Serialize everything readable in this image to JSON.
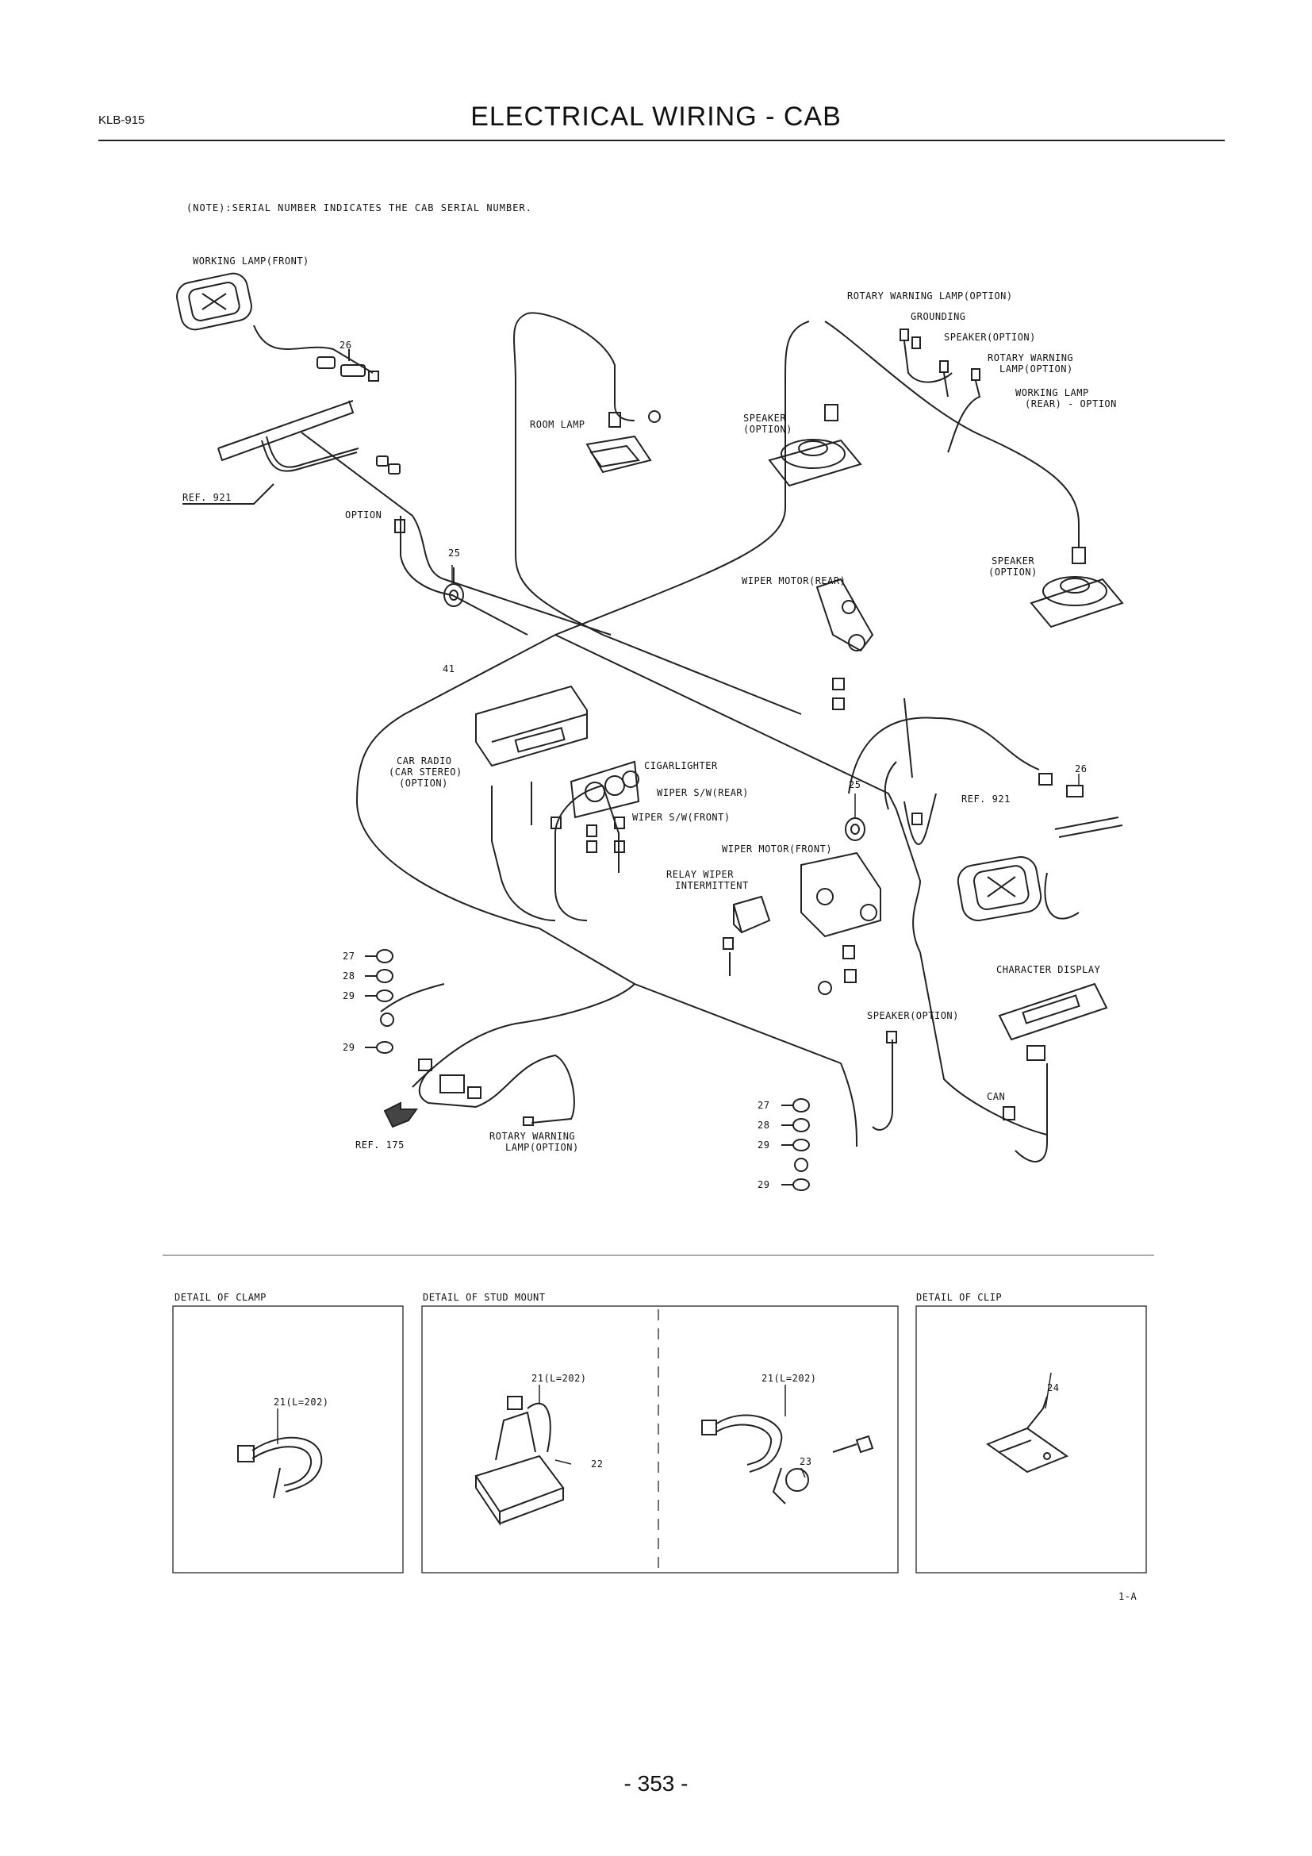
{
  "header": {
    "model_code": "KLB-915",
    "title": "ELECTRICAL WIRING - CAB"
  },
  "note": "(NOTE):SERIAL NUMBER INDICATES THE CAB SERIAL NUMBER.",
  "diagram": {
    "labels": {
      "working_lamp_front": "WORKING LAMP(FRONT)",
      "rotary_warning_lamp_option_top": "ROTARY WARNING LAMP(OPTION)",
      "grounding": "GROUNDING",
      "speaker_option_top": "SPEAKER(OPTION)",
      "rotary_warning_lamp_option_line1": "ROTARY WARNING",
      "rotary_warning_lamp_option_line2": "LAMP(OPTION)",
      "working_lamp_rear_line1": "WORKING LAMP",
      "working_lamp_rear_line2": "(REAR) - OPTION",
      "room_lamp": "ROOM LAMP",
      "speaker_option_mid_line1": "SPEAKER",
      "speaker_option_mid_line2": "(OPTION)",
      "speaker_option_right_line1": "SPEAKER",
      "speaker_option_right_line2": "(OPTION)",
      "wiper_motor_rear": "WIPER MOTOR(REAR)",
      "ref_921_left": "REF. 921",
      "option": "OPTION",
      "car_radio_line1": "CAR RADIO",
      "car_radio_line2": "(CAR STEREO)",
      "car_radio_line3": "(OPTION)",
      "cigarlighter": "CIGARLIGHTER",
      "wiper_sw_rear": "WIPER S/W(REAR)",
      "wiper_sw_front": "WIPER S/W(FRONT)",
      "wiper_motor_front": "WIPER MOTOR(FRONT)",
      "relay_wiper_line1": "RELAY WIPER",
      "relay_wiper_line2": "INTERMITTENT",
      "ref_921_right": "REF. 921",
      "character_display": "CHARACTER DISPLAY",
      "speaker_option_bottom": "SPEAKER(OPTION)",
      "can": "CAN",
      "ref_175": "REF. 175",
      "rotary_warning_lamp_bottom_line1": "ROTARY WARNING",
      "rotary_warning_lamp_bottom_line2": "LAMP(OPTION)"
    },
    "part_numbers": {
      "p26_top": "26",
      "p25_left": "25",
      "p41": "41",
      "p25_right": "25",
      "p26_right": "26",
      "left_stack": [
        "27",
        "28",
        "29",
        "29"
      ],
      "right_stack": [
        "27",
        "28",
        "29",
        "29"
      ]
    }
  },
  "details": {
    "clamp": {
      "title": "DETAIL OF CLAMP",
      "part": "21(L=202)"
    },
    "stud_mount": {
      "title": "DETAIL OF STUD MOUNT",
      "part_left": "21(L=202)",
      "part_22": "22",
      "part_right": "21(L=202)",
      "part_23": "23"
    },
    "clip": {
      "title": "DETAIL OF CLIP",
      "part": "24"
    }
  },
  "figure_ref": "1-A",
  "page_number": "- 353 -"
}
